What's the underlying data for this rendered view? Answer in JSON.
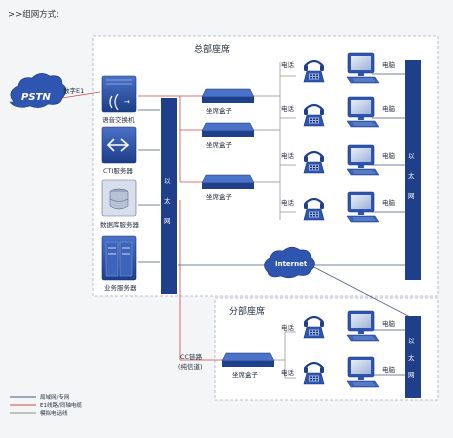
{
  "title": ">>组网方式:",
  "headquarters_label": "总部座席",
  "branch_label": "分部座席",
  "pstn_label": "PSTN",
  "internet_label": "Internet",
  "e1_label": "数字E1",
  "cc_link_label": "CC链路",
  "cc_link_sub": "(纯信道)",
  "ethernet_label": [
    "以",
    "太",
    "网"
  ],
  "servers": [
    "语音交换机",
    "CTI服务器",
    "数据库服务器",
    "业务服务器"
  ],
  "seat_box_label": "坐席盒子",
  "phone_label": "电话",
  "pc_label": "电脑",
  "legend": [
    {
      "label": "局域网/专网",
      "color": "#4a5a78"
    },
    {
      "label": "E1线路/同轴电缆",
      "color": "#c94a4a"
    },
    {
      "label": "模拟电话线",
      "color": "#8a8a8a"
    }
  ],
  "colors": {
    "navy": "#1f3f8a",
    "blue": "#2e56b0",
    "panel": "#ffffff",
    "dash": "#9aa3b2"
  }
}
